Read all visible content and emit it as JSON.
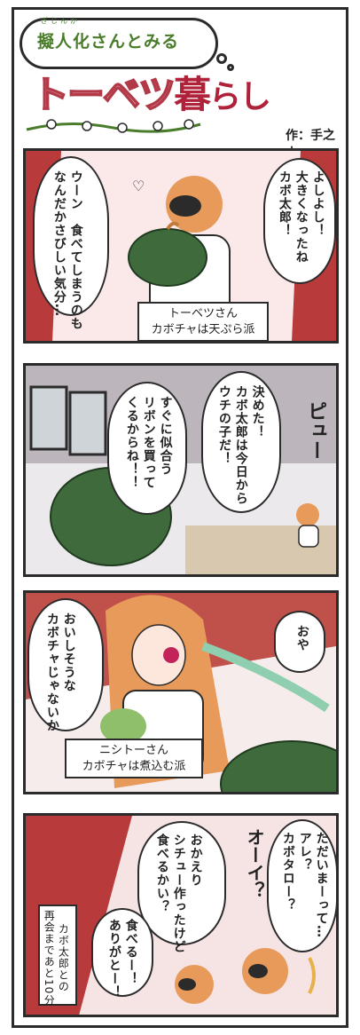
{
  "header": {
    "ruby": "ぎじんか",
    "cloud_title": "擬人化さんとみる",
    "title_part1": "トーベツ",
    "title_part2": "暮",
    "title_part3": "らし",
    "credit": "作：手之内"
  },
  "panels": [
    {
      "bubble_right": "よしよし！\n大きくなったね\nカボ太郎！",
      "bubble_left": "ウーン　食べてしまうのも\nなんだかさびしい気分…",
      "caption_line1": "トーベツさん",
      "caption_line2": "カボチャは天ぷら派"
    },
    {
      "bubble_right": "決めた！\nカボ太郎は今日から\nウチの子だ！",
      "bubble_left": "すぐに似合う\nリボンを買って\nくるからね！！",
      "sfx": "ピュー"
    },
    {
      "bubble_right": "おや",
      "bubble_left": "おいしそうな\nカボチャじゃないか",
      "caption_line1": "ニシトーさん",
      "caption_line2": "カボチャは煮込む派"
    },
    {
      "bubble_right": "ただいまーって…\nアレ？\nカボタロー？",
      "bubble_mid": "おかえり\nシチュー作ったけど\n食べるかい？",
      "bubble_small": "食べるー！\nありがとー！",
      "sfx": "オーイ？",
      "caption": "カボ太郎との\n再会まであと10分"
    }
  ],
  "colors": {
    "title_red": "#b0223a",
    "title_green": "#4a7d2b",
    "pumpkin_green": "#3f6b3c",
    "hair_orange": "#e89a5a"
  }
}
